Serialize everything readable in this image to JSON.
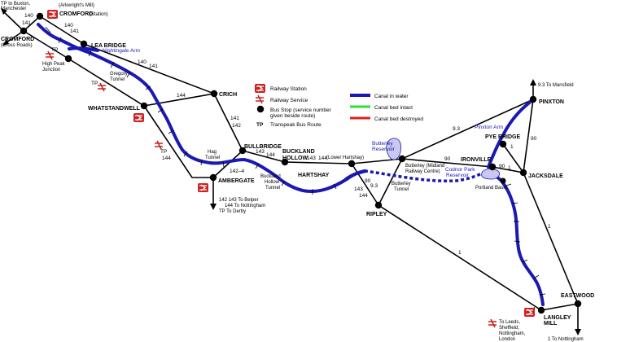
{
  "colors": {
    "canal_in_water": "#1a1ab3",
    "canal_bed_intact": "#33dd33",
    "canal_bed_destroyed": "#e02020",
    "road": "#000000",
    "rail_badge": "#cc2222"
  },
  "places": {
    "cromford_station": "CROMFORD",
    "cromford_station_note": "(Station)",
    "arkwrights_mill": "(Arkwright's Mill)",
    "cromford_crossroads": "CROMFORD",
    "cromford_crossroads_note": "(Cross Roads)",
    "lea_bridge": "LEA BRIDGE",
    "high_peak_junction_1": "High Peak",
    "high_peak_junction_2": "Junction",
    "crich": "CRICH",
    "whatstandwell": "WHATSTANDWELL",
    "bullbridge": "BULLBRIDGE",
    "ambergate": "AMBERGATE",
    "buckland_hollow_1": "BUCKLAND",
    "buckland_hollow_2": "HOLLOW",
    "hartshay": "HARTSHAY",
    "lower_hartshay": "(Lower Hartshay)",
    "ripley": "RIPLEY",
    "butterley_1": "Butterley (Midland",
    "butterley_2": "Railway Centre)",
    "ironville": "IRONVILLE",
    "pye_bridge": "PYE BRIDGE",
    "pinxton": "PINXTON",
    "jacksdale": "JACKSDALE",
    "portland_basin": "Portland Basin",
    "eastwood": "EASTWOOD",
    "langley_mill_1": "LANGLEY",
    "langley_mill_2": "MILL"
  },
  "features": {
    "nightingale_arm": "Nightingale Arm",
    "gregory_tunnel_1": "Gregory",
    "gregory_tunnel_2": "Tunnel",
    "hag_tunnel_1": "Hag",
    "hag_tunnel_2": "Tunnel",
    "buckland_tunnel_1": "Buckland",
    "buckland_tunnel_2": "Hollow",
    "buckland_tunnel_3": "Tunnel",
    "butterley_reservoir_1": "Butterley",
    "butterley_reservoir_2": "Reservoir",
    "butterley_tunnel_1": "Butterley",
    "butterley_tunnel_2": "Tunnel",
    "codnor_park_1": "Codnor Park",
    "codnor_park_2": "Reservoir",
    "pinxton_arm": "Pinxton Arm"
  },
  "bus_routes": {
    "tp_buxton_1": "TP to Buxton,",
    "tp_buxton_2": "Manchester",
    "r140_a": "140",
    "r141_a": "141",
    "r140_b": "140",
    "r141_b": "141",
    "r140_c": "140",
    "r141_c": "141",
    "r144_crich": "144",
    "r141_crich": "141",
    "r142_crich": "142",
    "r143_bull": "143",
    "r144_bull": "144",
    "r143_buck": "143",
    "r144_buck": "144",
    "r142_4": "142–4",
    "r144_west": "144",
    "tp_west": "TP",
    "tp_highpeak": "TP",
    "tp_gregory": "TP",
    "r143_ripley": "143",
    "r144_ripley": "144",
    "r90_a": "90",
    "r93_a": "9.3",
    "r90_b": "90",
    "r93_b": "9.3",
    "r90_c": "90",
    "r1_a": "1",
    "r1_b": "1",
    "r1_c": "1",
    "r1_d": "1",
    "r90_d": "90",
    "mansfield": "9.3 To Mansfield",
    "belper_1": "142 143 To Belper",
    "belper_2": "144 To Nottingham",
    "belper_3": "TP To Derby",
    "leeds_1": "To Leeds,",
    "leeds_2": "Sheffield,",
    "leeds_3": "Nottingham,",
    "leeds_4": "London",
    "nottingham": "1 To Nottingham"
  },
  "legend": {
    "railway_station": "Railway Station",
    "railway_service": "Railway Service",
    "bus_stop_1": "Bus Stop (service number",
    "bus_stop_2": "given beside route)",
    "tp_abbr": "TP",
    "tp_desc": "Transpeak Bus Route",
    "canal_in_water": "Canal in water",
    "canal_bed_intact": "Canal bed  intact",
    "canal_bed_destroyed": "Canal bed destroyed"
  }
}
